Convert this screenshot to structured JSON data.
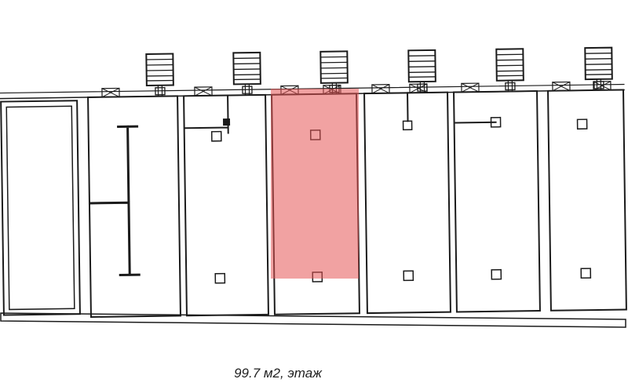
{
  "caption": "99.7 м2, этаж",
  "colors": {
    "line": "#1b1b1b",
    "highlight_fill": "rgba(230,85,85,0.55)"
  },
  "icons": {
    "stairs": "ladder",
    "window": "crossed-box"
  }
}
